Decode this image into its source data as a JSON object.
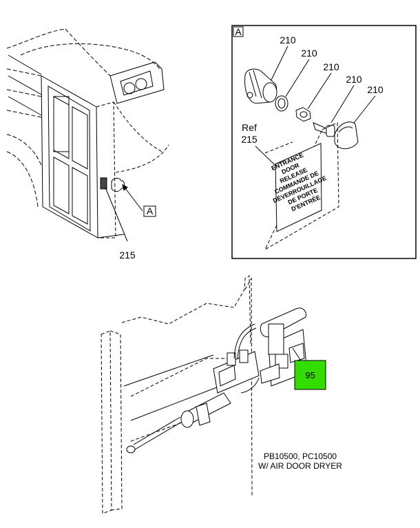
{
  "callouts": {
    "part_210": "210",
    "part_215": "215",
    "ref_label": "Ref",
    "detail_a": "A",
    "part_95": "95"
  },
  "placard_lines": [
    "ENTRANCE",
    "DOOR",
    "RELEASE",
    "COMMANDE DE",
    "DÉVERROUILLAGE",
    "DE PORTE",
    "D'ENTRÉE"
  ],
  "caption": {
    "line1": "PB10500, PC10500",
    "line2": "W/ AIR DOOR DRYER"
  },
  "colors": {
    "highlight": "#33dd00",
    "line": "#000000"
  }
}
